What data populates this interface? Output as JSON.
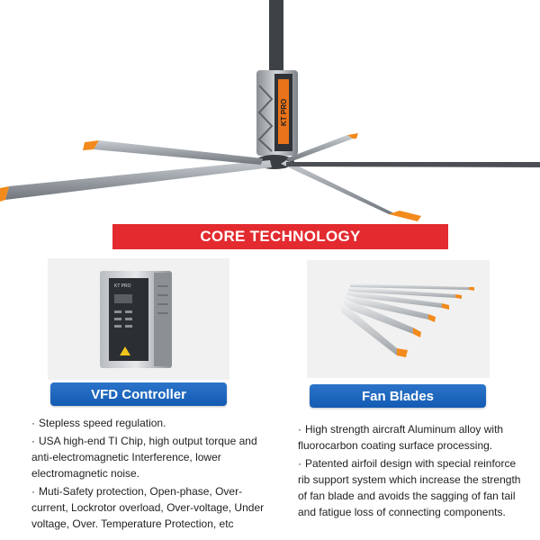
{
  "colors": {
    "banner_red": "#e32a2f",
    "pill_blue": "#1a64bd",
    "blade_orange": "#f28a1c",
    "motor_orange": "#e8731a"
  },
  "hero": {
    "motor_label": "KT PRO"
  },
  "banner": {
    "title": "CORE TECHNOLOGY"
  },
  "products": [
    {
      "title": "VFD Controller",
      "panel_label": "KT PRO",
      "icon": "vfd-controller-image",
      "bullets": [
        "Stepless speed regulation.",
        "USA high-end TI Chip, high output torque and anti-electromagnetic Interference, lower electromagnetic noise.",
        "Muti-Safety protection, Open-phase, Over-current, Lockrotor overload, Over-voltage, Under voltage, Over. Temperature Protection, etc"
      ]
    },
    {
      "title": "Fan Blades",
      "icon": "fan-blades-image",
      "bullets": [
        "High strength aircraft Aluminum alloy with fluorocarbon coating surface processing.",
        "Patented airfoil design with special reinforce rib support system which increase the strength of fan blade and avoids the sagging of fan tail and fatigue loss of connecting components."
      ]
    }
  ]
}
